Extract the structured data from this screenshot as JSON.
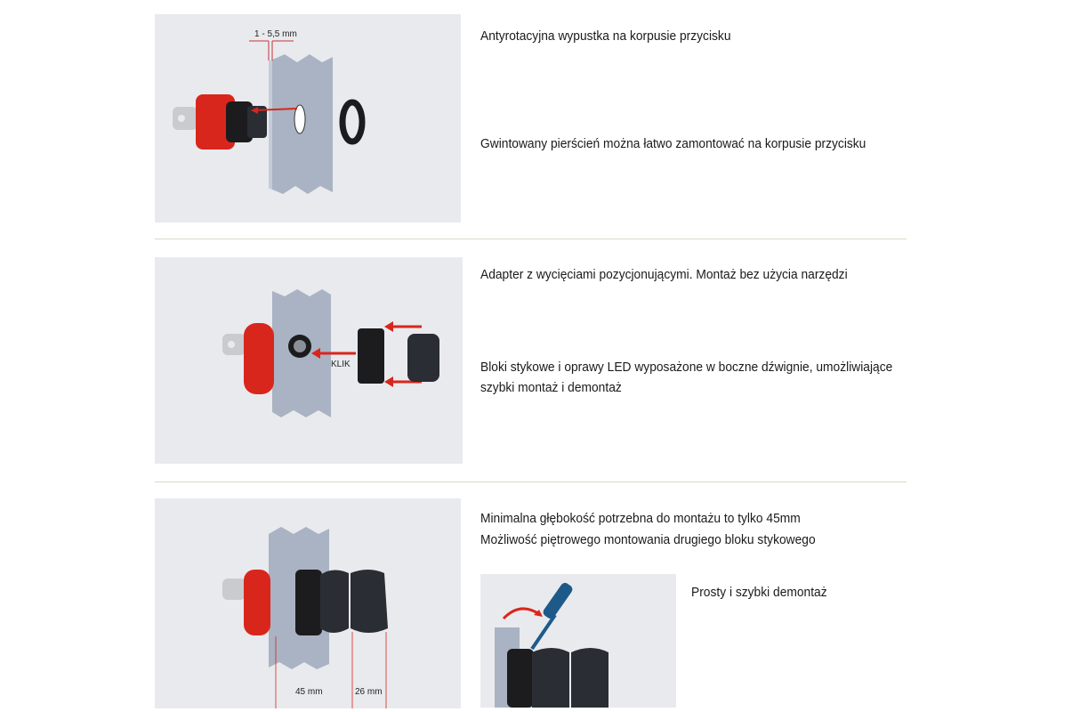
{
  "section1": {
    "dimension_label": "1 - 5,5 mm",
    "text1": "Antyrotacyjna wypustka na korpusie przycisku",
    "text2": "Gwintowany pierścień można łatwo zamontować na korpusie przycisku"
  },
  "section2": {
    "klik_label": "KLIK",
    "text1": "Adapter z wycięciami pozycjonującymi. Montaż bez użycia narzędzi",
    "text2_line1": "Bloki stykowe i oprawy LED wyposażone w boczne dźwignie, umożliwiające",
    "text2_line2": "szybki montaż i demontaż"
  },
  "section3": {
    "dim1_label": "45 mm",
    "dim2_label": "26 mm",
    "text1": "Minimalna głębokość potrzebna do montażu to tylko 45mm",
    "text2": "Możliwość piętrowego montowania drugiego bloku stykowego",
    "text3": "Prosty i szybki demontaż"
  },
  "colors": {
    "panel_bg": "#e9eaee",
    "accent_red": "#d9261c",
    "plate": "#a9b3c3",
    "divider": "#d9dcc0"
  }
}
